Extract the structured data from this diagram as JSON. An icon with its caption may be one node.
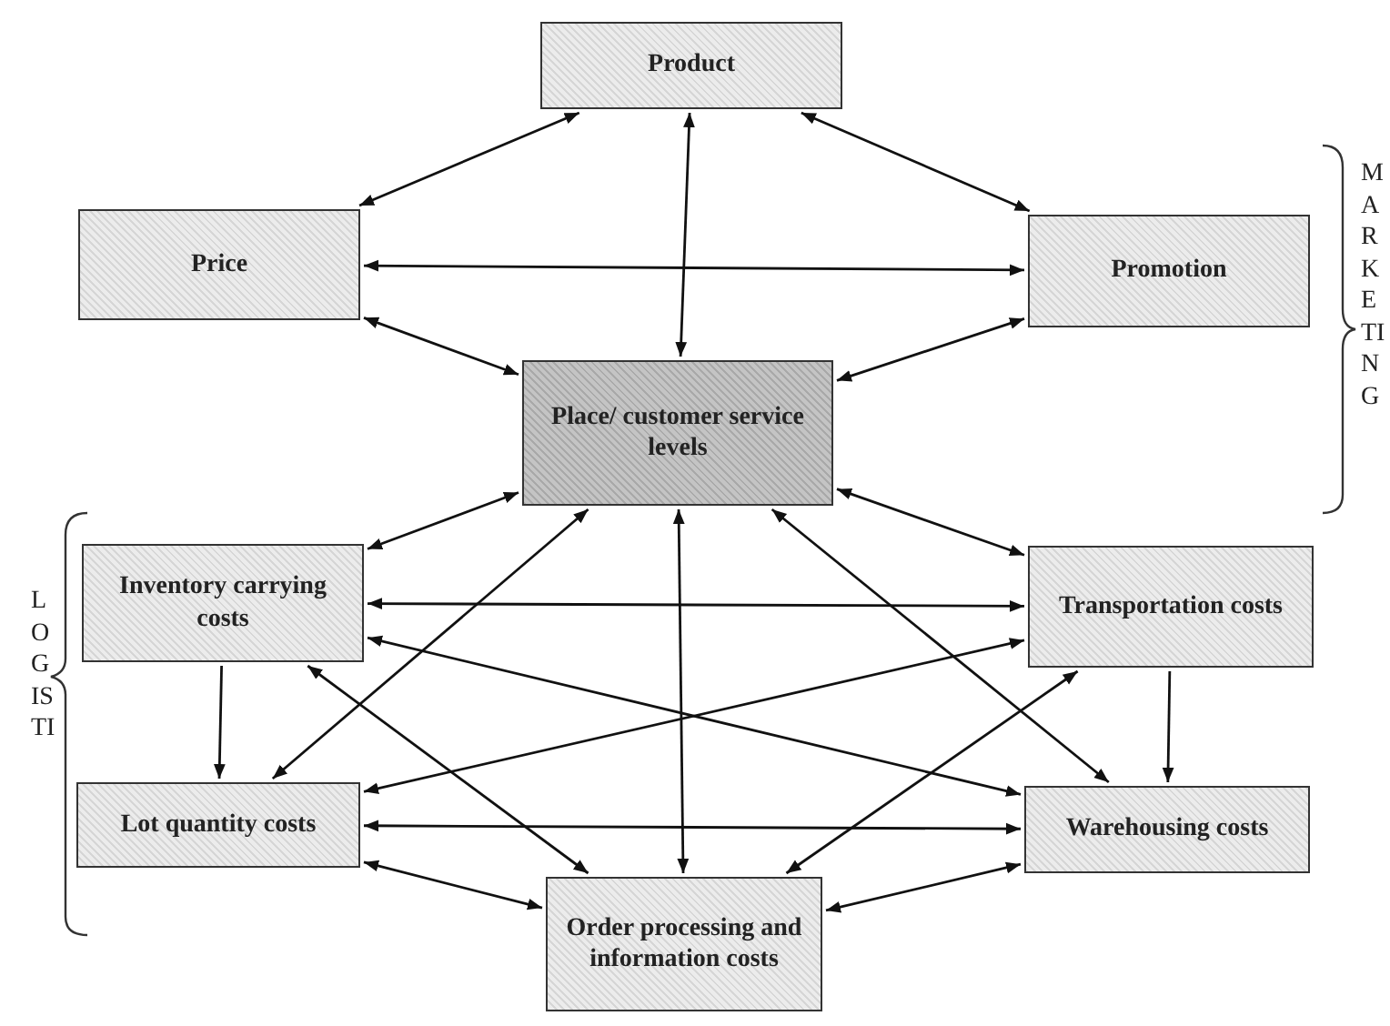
{
  "diagram": {
    "nodes": [
      {
        "text": [
          "Product"
        ]
      },
      {
        "text": [
          "Price"
        ]
      },
      {
        "text": [
          "Promotion"
        ]
      },
      {
        "text": [
          "Place/ customer service levels"
        ]
      },
      {
        "text": [
          "Inventory carrying costs"
        ]
      },
      {
        "text": [
          "Transportation costs"
        ]
      },
      {
        "text": [
          "Lot quantity costs"
        ]
      },
      {
        "text": [
          "Warehousing costs"
        ]
      },
      {
        "text": [
          "Order processing and information costs"
        ]
      }
    ],
    "edges": [
      {
        "from": 0,
        "to": 1,
        "arrow": "both"
      },
      {
        "from": 0,
        "to": 2,
        "arrow": "both"
      },
      {
        "from": 0,
        "to": 3,
        "arrow": "both"
      },
      {
        "from": 1,
        "to": 2,
        "arrow": "both"
      },
      {
        "from": 1,
        "to": 3,
        "arrow": "both"
      },
      {
        "from": 2,
        "to": 3,
        "arrow": "both"
      },
      {
        "from": 3,
        "to": 4,
        "arrow": "both"
      },
      {
        "from": 3,
        "to": 5,
        "arrow": "both"
      },
      {
        "from": 3,
        "to": 6,
        "arrow": "both"
      },
      {
        "from": 3,
        "to": 7,
        "arrow": "both"
      },
      {
        "from": 3,
        "to": 8,
        "arrow": "both"
      },
      {
        "from": 4,
        "to": 5,
        "arrow": "both"
      },
      {
        "from": 4,
        "to": 7,
        "arrow": "both"
      },
      {
        "from": 4,
        "to": 8,
        "arrow": "both"
      },
      {
        "from": 4,
        "to": 6,
        "arrow": "to"
      },
      {
        "from": 5,
        "to": 6,
        "arrow": "both"
      },
      {
        "from": 5,
        "to": 8,
        "arrow": "both"
      },
      {
        "from": 5,
        "to": 7,
        "arrow": "to"
      },
      {
        "from": 6,
        "to": 7,
        "arrow": "both"
      },
      {
        "from": 6,
        "to": 8,
        "arrow": "both"
      },
      {
        "from": 7,
        "to": 8,
        "arrow": "both"
      }
    ],
    "labels": [
      "MARKETING",
      "LOGISTI"
    ]
  }
}
